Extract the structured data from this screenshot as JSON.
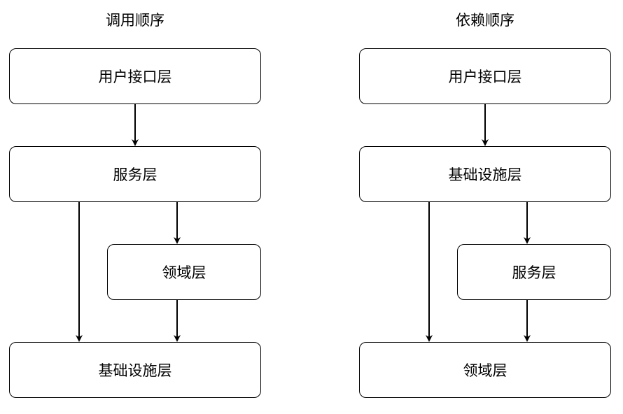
{
  "left_diagram": {
    "title": "调用顺序",
    "boxes": {
      "ui": "用户接口层",
      "service": "服务层",
      "domain": "领域层",
      "infra": "基础设施层"
    }
  },
  "right_diagram": {
    "title": "依赖顺序",
    "boxes": {
      "ui": "用户接口层",
      "infra": "基础设施层",
      "service": "服务层",
      "domain": "领域层"
    }
  },
  "colors": {
    "stroke": "#000000",
    "fill": "#ffffff"
  }
}
